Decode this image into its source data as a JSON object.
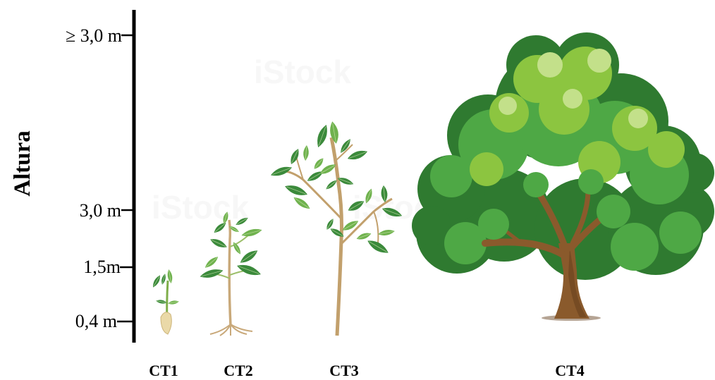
{
  "axis": {
    "title": "Altura",
    "ticks": {
      "t_ge3": "≥ 3,0 m",
      "t_3": "3,0 m",
      "t_15": "1,5m",
      "t_04": "0,4 m"
    }
  },
  "categories": {
    "ct1": "CT1",
    "ct2": "CT2",
    "ct3": "CT3",
    "ct4": "CT4"
  },
  "watermark": "iStock",
  "colors": {
    "axis": "#000000",
    "leaf_dark": "#3b8a3b",
    "leaf_light": "#6fb24e",
    "canopy_dark": "#2f7a30",
    "canopy_mid": "#4ea845",
    "canopy_light": "#8cc540",
    "canopy_highlight": "#c3e08a",
    "trunk": "#8a5a2c",
    "stem": "#c9a97a",
    "seed": "#ead9a8"
  }
}
